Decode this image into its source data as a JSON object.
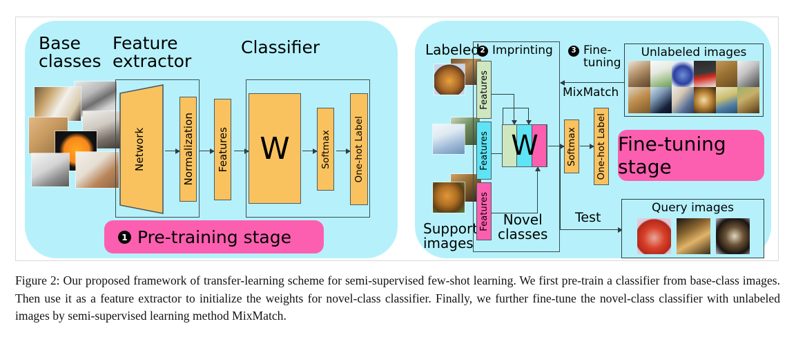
{
  "figure": {
    "caption": "Figure 2: Our proposed framework of transfer-learning scheme for semi-supervised few-shot learning. We first pre-train a classifier from base-class images. Then use it as a feature extractor to initialize the weights for novel-class classifier. Finally, we further fine-tune the novel-class classifier with unlabeled images by semi-supervised learning method MixMatch."
  },
  "colors": {
    "panel_bg": "#b6f1fb",
    "orange_box": "#fac25f",
    "pink": "#fc5fb0",
    "feature_green": "#cfe7bf",
    "feature_cyan": "#5fe4f5",
    "feature_pink": "#fc5fb0",
    "outline": "#3d4b52"
  },
  "left_panel": {
    "name": "pre-training-stage-panel",
    "headings": {
      "base_classes": "Base\nclasses",
      "feature_extractor": "Feature\nextractor",
      "classifier": "Classifier"
    },
    "blocks": {
      "network": "Network",
      "normalization": "Normalization",
      "features": "Features",
      "w": "W",
      "softmax": "Softmax",
      "one_hot_label": "One-hot Label"
    },
    "banner": {
      "badge": "1",
      "label": "Pre-training stage"
    },
    "base_class_images": [
      "dog-photo",
      "coffee-pot-photo",
      "cardboard-box-photo",
      "shelf-photo",
      "orange-photo",
      "sailboat-photo",
      "clog-shoe-photo"
    ]
  },
  "right_panel": {
    "name": "fine-tuning-stage-panel",
    "headings": {
      "labeled": "Labeled",
      "support_images": "Support\nimages",
      "novel_classes": "Novel\nclasses"
    },
    "steps": {
      "imprinting": {
        "badge": "2",
        "label": "Imprinting"
      },
      "fine_tuning": {
        "badge": "3",
        "label": "Fine-\ntuning"
      }
    },
    "labels": {
      "mixmatch": "MixMatch",
      "test": "Test"
    },
    "features": [
      {
        "label": "Features",
        "color": "#cfe7bf",
        "name": "features-green"
      },
      {
        "label": "Features",
        "color": "#5fe4f5",
        "name": "features-cyan"
      },
      {
        "label": "Features",
        "color": "#fc5fb0",
        "name": "features-pink"
      }
    ],
    "w_matrix": {
      "letter": "W",
      "columns": [
        "#cfe7bf",
        "#5fe4f5",
        "#fc5fb0"
      ]
    },
    "blocks": {
      "softmax": "Softmax",
      "one_hot_label": "One-hot Label"
    },
    "banner": {
      "label": "Fine-tuning stage"
    },
    "unlabeled_images": {
      "title": "Unlabeled images",
      "thumbs": [
        "glassware-table-photo",
        "white-bowls-photo",
        "blue-glass-bowl-photo",
        "red-electric-guitar-photo",
        "lion-cub-photo",
        "guitar-necks-photo",
        "lioness-photo",
        "black-guitar-photo",
        "guitar-pegs-photo",
        "lion-roaring-photo",
        "nested-bowls-photo",
        "lion-yawning-photo"
      ]
    },
    "query_images": {
      "title": "Query images",
      "thumbs": [
        "red-bowl-photo",
        "lion-head-photo",
        "dark-guitar-photo"
      ]
    },
    "support_image_pairs": [
      [
        "guitar-photo-back",
        "guitar-photo-front"
      ],
      [
        "green-bowl-photo-back",
        "blue-cup-photo-front"
      ],
      [
        "lioness-photo-back",
        "lion-photo-front"
      ]
    ]
  }
}
